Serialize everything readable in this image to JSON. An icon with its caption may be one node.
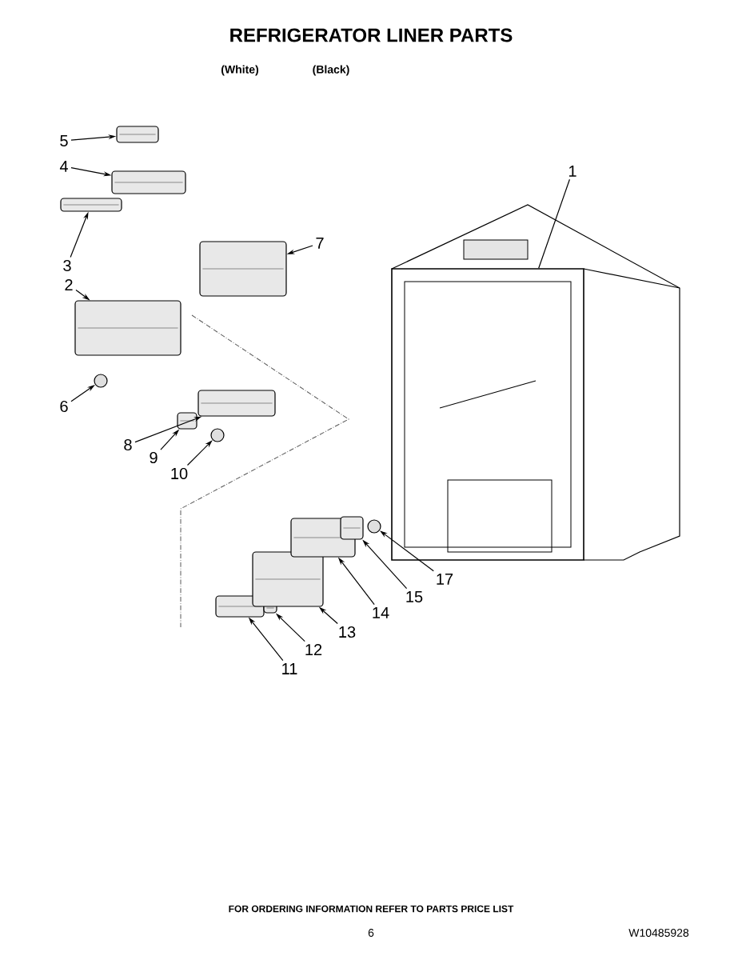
{
  "diagram": {
    "title": "REFRIGERATOR LINER PARTS",
    "nodes": [
      {
        "text": [
          "1"
        ]
      },
      {
        "text": [
          "2"
        ]
      },
      {
        "text": [
          "3"
        ]
      },
      {
        "text": [
          "4"
        ]
      },
      {
        "text": [
          "5"
        ]
      },
      {
        "text": [
          "6"
        ]
      },
      {
        "text": [
          "7"
        ]
      },
      {
        "text": [
          "8"
        ]
      },
      {
        "text": [
          "9"
        ]
      },
      {
        "text": [
          "10"
        ]
      },
      {
        "text": [
          "11"
        ]
      },
      {
        "text": [
          "12"
        ]
      },
      {
        "text": [
          "13"
        ]
      },
      {
        "text": [
          "14"
        ]
      },
      {
        "text": [
          "15"
        ]
      },
      {
        "text": [
          "17"
        ]
      },
      {
        "text": [],
        "shape": "picture"
      },
      {
        "text": [],
        "shape": "picture"
      },
      {
        "text": [],
        "shape": "picture"
      },
      {
        "text": [],
        "shape": "picture"
      },
      {
        "text": [],
        "shape": "picture"
      },
      {
        "text": [],
        "shape": "circle"
      },
      {
        "text": [],
        "shape": "picture"
      },
      {
        "text": [],
        "shape": "picture"
      },
      {
        "text": [],
        "shape": "picture"
      },
      {
        "text": [],
        "shape": "circle"
      },
      {
        "text": [],
        "shape": "picture"
      },
      {
        "text": [],
        "shape": "picture"
      },
      {
        "text": [],
        "shape": "picture"
      },
      {
        "text": [],
        "shape": "picture"
      },
      {
        "text": [],
        "shape": "picture"
      },
      {
        "text": [],
        "shape": "circle"
      }
    ],
    "edges": [
      {
        "from": 0,
        "to": 16,
        "arrow": "none"
      },
      {
        "from": 1,
        "to": 17,
        "arrow": "to"
      },
      {
        "from": 2,
        "to": 18,
        "arrow": "to"
      },
      {
        "from": 3,
        "to": 19,
        "arrow": "to"
      },
      {
        "from": 4,
        "to": 20,
        "arrow": "to"
      },
      {
        "from": 5,
        "to": 21,
        "arrow": "to"
      },
      {
        "from": 6,
        "to": 22,
        "arrow": "to"
      },
      {
        "from": 7,
        "to": 23,
        "arrow": "to"
      },
      {
        "from": 8,
        "to": 24,
        "arrow": "to"
      },
      {
        "from": 9,
        "to": 25,
        "arrow": "to"
      },
      {
        "from": 10,
        "to": 26,
        "arrow": "to"
      },
      {
        "from": 11,
        "to": 27,
        "arrow": "to"
      },
      {
        "from": 12,
        "to": 28,
        "arrow": "to"
      },
      {
        "from": 13,
        "to": 29,
        "arrow": "to"
      },
      {
        "from": 14,
        "to": 30,
        "arrow": "to"
      },
      {
        "from": 15,
        "to": 31,
        "arrow": "to"
      }
    ],
    "labels": [
      "(White)",
      "(Black)",
      "FOR ORDERING INFORMATION REFER TO PARTS PRICE LIST",
      "6",
      "W10485928"
    ]
  }
}
